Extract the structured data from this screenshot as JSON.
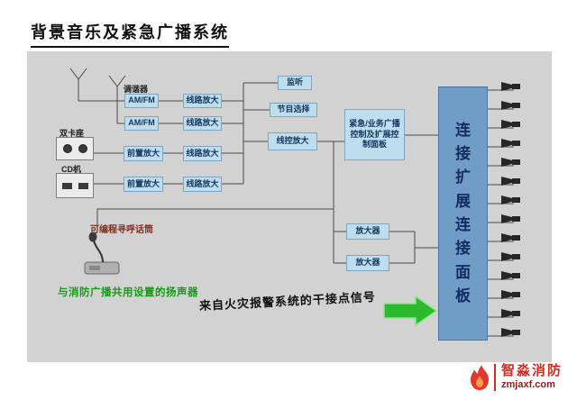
{
  "title": "背景音乐及紧急广播系统",
  "nodes": {
    "tuner_label": "调谐器",
    "amfm": [
      "AM/FM",
      "AM/FM"
    ],
    "dual_deck_label": "双卡座",
    "cd_label": "CD机",
    "preamp": [
      "前置放大",
      "前置放大"
    ],
    "lineamp": [
      "线路放大",
      "线路放大",
      "线路放大",
      "线路放大"
    ],
    "monitor": "监听",
    "program_select": "节目选择",
    "wired_amp": "线控放大",
    "emergency_panel": "紧急/业务广播控制及扩展控制面板",
    "amplifier": [
      "放大器",
      "放大器"
    ],
    "expansion_panel": "连接扩展连接面板",
    "mic_label": "可编程寻呼话筒"
  },
  "notes": {
    "shared_speakers": "与消防广播共用设置的扬声器",
    "fire_signal": "来自火灾报警系统的干接点信号"
  },
  "speakers": {
    "count": 14
  },
  "watermark": {
    "brand": "智淼消防",
    "site": "zmjaxf.com"
  },
  "colors": {
    "node_fill": "#bedeef",
    "expansion_fill": "#6f9dc6",
    "arrow_green": "#2db92d",
    "note_green": "#169a16",
    "brand_red": "#d42a20",
    "background_gray": "#d2d2d2"
  }
}
